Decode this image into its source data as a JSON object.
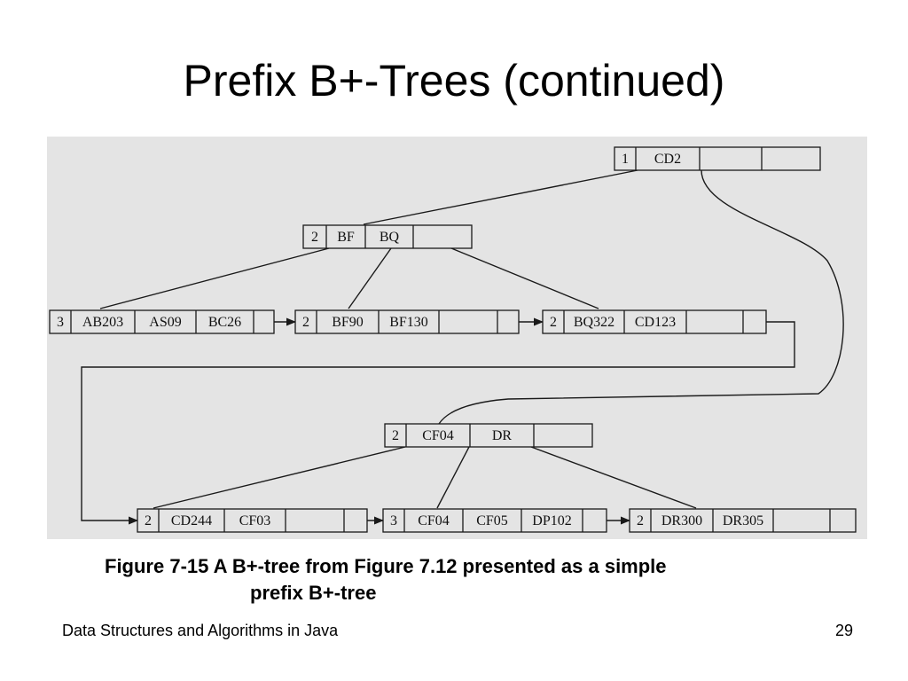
{
  "slide": {
    "title": "Prefix B+-Trees (continued)",
    "caption_line1": "Figure 7-15 A B+-tree from Figure 7.12 presented as a simple",
    "caption_line2": "prefix B+-tree",
    "footer": "Data Structures and Algorithms in Java",
    "page_number": "29"
  },
  "diagram": {
    "nodes": {
      "root": [
        "1",
        "CD2",
        "",
        ""
      ],
      "inner_left": [
        "2",
        "BF",
        "BQ",
        ""
      ],
      "inner_right": [
        "2",
        "CF04",
        "DR",
        ""
      ],
      "leaf1": [
        "3",
        "AB203",
        "AS09",
        "BC26",
        ""
      ],
      "leaf2": [
        "2",
        "BF90",
        "BF130",
        "",
        ""
      ],
      "leaf3": [
        "2",
        "BQ322",
        "CD123",
        "",
        ""
      ],
      "leaf4": [
        "2",
        "CD244",
        "CF03",
        "",
        ""
      ],
      "leaf5": [
        "3",
        "CF04",
        "CF05",
        "DP102",
        ""
      ],
      "leaf6": [
        "2",
        "DR300",
        "DR305",
        "",
        ""
      ]
    }
  }
}
